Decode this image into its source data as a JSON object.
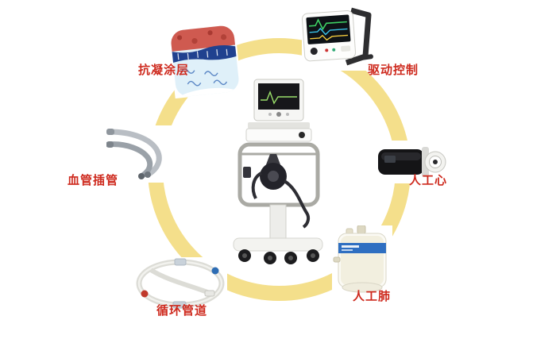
{
  "colors": {
    "ring": "#F4DF8B",
    "label": "#CE2A1E",
    "background": "#FFFFFF"
  },
  "items": [
    {
      "id": "anticoagulant-coating",
      "label": "抗凝涂层"
    },
    {
      "id": "drive-control",
      "label": "驱动控制"
    },
    {
      "id": "vascular-cannula",
      "label": "血管插管"
    },
    {
      "id": "artificial-heart",
      "label": "人工心"
    },
    {
      "id": "circulation-tubing",
      "label": "循环管道"
    },
    {
      "id": "artificial-lung",
      "label": "人工肺"
    }
  ]
}
